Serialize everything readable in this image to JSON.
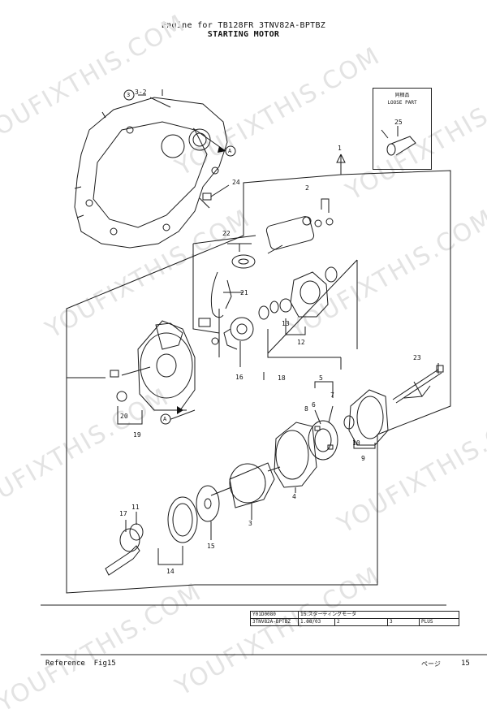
{
  "header": {
    "line1": "Engine for TB128FR  3TNV82A-BPTBZ",
    "line2": "STARTING MOTOR"
  },
  "watermark": "YOUFIXTHIS.COM",
  "loose_part": {
    "title_jp": "同梱品",
    "title_en": "LOOSE PART",
    "part": "25"
  },
  "callouts": {
    "p1": "1",
    "p2": "2",
    "p3": "3",
    "p4": "4",
    "p5": "5",
    "p6": "6",
    "p7": "7",
    "p8": "8",
    "p9": "9",
    "p10": "10",
    "p11": "11",
    "p12": "12",
    "p13": "13",
    "p14": "14",
    "p15": "15",
    "p16": "16",
    "p17": "17",
    "p18": "18",
    "p19": "19",
    "p20": "20",
    "p21": "21",
    "p22": "22",
    "p23": "23",
    "p24": "24",
    "ref_3_2": "3-2",
    "ref_a1": "A",
    "ref_a2": "A"
  },
  "title_block": {
    "r1c1": "Y01D0080",
    "r1c2": "15.スターティングモータ",
    "r2c1": "3TNV82A-BPTBZ",
    "r2c2": "1.08/03",
    "r2c3": "2",
    "r2c4": "3",
    "r2c5": "PLUS"
  },
  "footer": {
    "left": "Reference  Fig15",
    "page_label": "ページ",
    "page_number": "15"
  }
}
